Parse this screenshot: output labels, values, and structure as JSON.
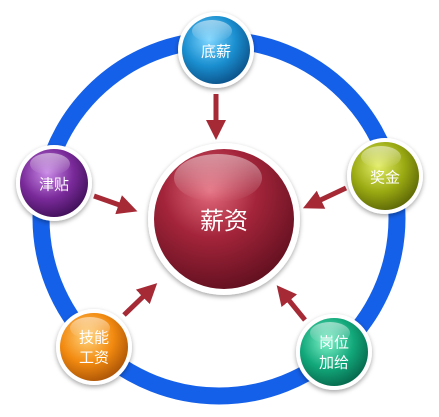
{
  "center": {
    "label": "薪资",
    "color": "#a3243a"
  },
  "ring_color": "#1560e8",
  "arrow_color": "#a52a36",
  "nodes": {
    "base_salary": {
      "label": "底薪",
      "color": "#1a8fd0"
    },
    "bonus": {
      "label": "奖金",
      "color": "#9aaa12"
    },
    "position_bonus": {
      "line1": "岗位",
      "line2": "加给",
      "color": "#12a87a"
    },
    "skill_pay": {
      "line1": "技能",
      "line2": "工资",
      "color": "#f28a10"
    },
    "allowance": {
      "label": "津贴",
      "color": "#7a2a9a"
    }
  }
}
